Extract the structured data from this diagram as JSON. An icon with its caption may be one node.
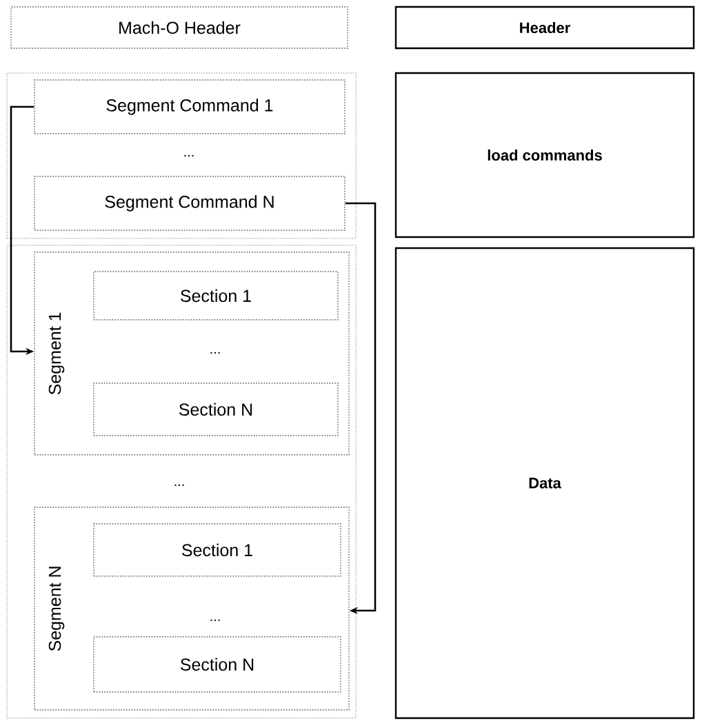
{
  "diagram": {
    "nodes": [
      {
        "text": [
          "Mach-O Header"
        ]
      },
      {
        "text": [],
        "shape": "box"
      },
      {
        "text": [
          "Segment Command 1"
        ],
        "in": 1
      },
      {
        "text": [
          "Segment Command N"
        ],
        "in": 1
      },
      {
        "text": [],
        "shape": "box"
      },
      {
        "text": [
          "Segment 1"
        ],
        "in": 4
      },
      {
        "text": [
          "Section 1"
        ],
        "in": 5
      },
      {
        "text": [
          "Section N"
        ],
        "in": 5
      },
      {
        "text": [
          "Segment N"
        ],
        "in": 4
      },
      {
        "text": [
          "Section 1"
        ],
        "in": 8
      },
      {
        "text": [
          "Section N"
        ],
        "in": 8
      },
      {
        "text": [
          "Header"
        ]
      },
      {
        "text": [
          "load commands"
        ]
      },
      {
        "text": [
          "Data"
        ]
      }
    ],
    "edges": [
      {
        "from": 2,
        "to": 5,
        "arrow": "to"
      },
      {
        "from": 3,
        "to": 8,
        "arrow": "to"
      }
    ],
    "labels": [
      "...",
      "...",
      "...",
      "..."
    ]
  }
}
